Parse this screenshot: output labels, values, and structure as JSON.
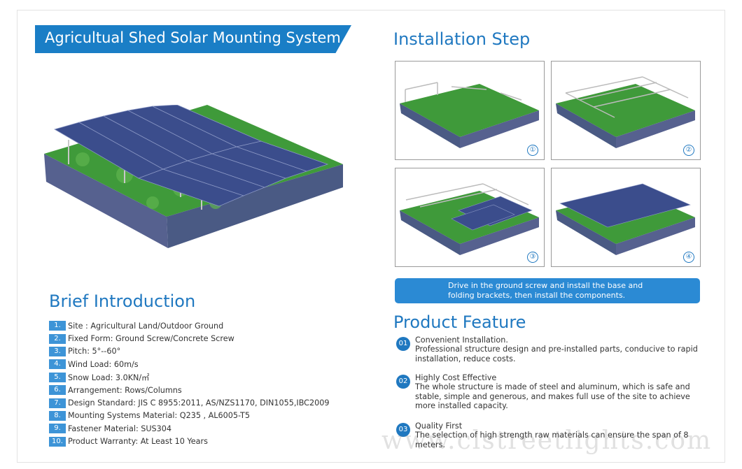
{
  "title": "Agricultual Shed Solar Mounting System",
  "installation": {
    "heading": "Installation Step",
    "step_marks": [
      "①",
      "②",
      "③",
      "④"
    ],
    "caption_line1": "Drive in the ground screw and install the base and",
    "caption_line2": "folding brackets, then install the components."
  },
  "intro": {
    "heading": "Brief Introduction",
    "items": [
      {
        "num": "1.",
        "text": "Site : Agricultural Land/Outdoor Ground"
      },
      {
        "num": "2.",
        "text": "Fixed Form: Ground Screw/Concrete Screw"
      },
      {
        "num": "3.",
        "text": "Pitch: 5°--60°"
      },
      {
        "num": "4.",
        "text": "Wind Load: 60m/s"
      },
      {
        "num": "5.",
        "text": "Snow Load: 3.0KN/㎡"
      },
      {
        "num": "6.",
        "text": "Arrangement: Rows/Columns"
      },
      {
        "num": "7.",
        "text": "Design Standard: JIS C 8955:2011, AS/NZS1170, DIN1055,IBC2009"
      },
      {
        "num": "8.",
        "text": "Mounting Systems Material: Q235 , AL6005-T5"
      },
      {
        "num": "9.",
        "text": "Fastener Material: SUS304"
      },
      {
        "num": "10.",
        "text": "Product Warranty: At Least 10 Years"
      }
    ]
  },
  "features": {
    "heading": "Product Feature",
    "items": [
      {
        "num": "01",
        "title": "Convenient Installation.",
        "desc": "Professional structure design and pre-installed parts, conducive to rapid installation, reduce costs."
      },
      {
        "num": "02",
        "title": "Highly Cost Effective",
        "desc": "The whole structure is made of steel and aluminum, which is safe and stable, simple and generous, and makes full use of the site to achieve more installed capacity."
      },
      {
        "num": "03",
        "title": "Quality First",
        "desc": "The selection of high strength raw materials can ensure the span of 8 meters."
      }
    ]
  },
  "watermark": "www.clstreetlights.com",
  "colors": {
    "accent": "#1f78c0",
    "banner": "#1a7ec6",
    "grass": "#3f9a3a",
    "soil": "#4a5a84",
    "panel": "#3b4d8c"
  }
}
